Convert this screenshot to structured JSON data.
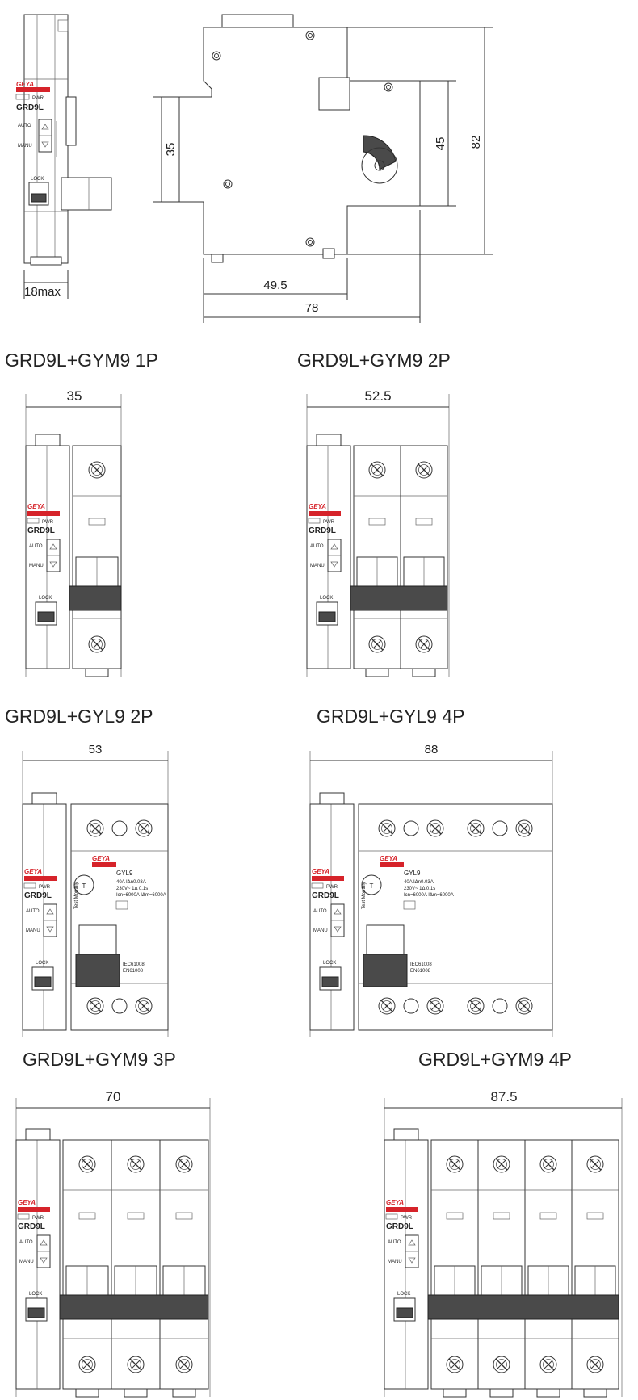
{
  "colors": {
    "brand_red": "#d6232a",
    "handle_dark": "#4a4a4a",
    "line": "#333333"
  },
  "side_view": {
    "brand": "GEYA",
    "pwr": "PWR",
    "model": "GRD9L",
    "auto": "AUTO",
    "manu": "MANU",
    "lock": "LOCK",
    "width_label": "18max",
    "dims": {
      "d35": "35",
      "d45": "45",
      "d82": "82",
      "d49_5": "49.5",
      "d78": "78"
    }
  },
  "assemblies": [
    {
      "title": "GRD9L+GYM9 1P",
      "width": "35"
    },
    {
      "title": "GRD9L+GYM9 2P",
      "width": "52.5"
    },
    {
      "title": "GRD9L+GYL9 2P",
      "width": "53"
    },
    {
      "title": "GRD9L+GYL9 4P",
      "width": "88"
    },
    {
      "title": "GRD9L+GYM9 3P",
      "width": "70"
    },
    {
      "title": "GRD9L+GYM9 4P",
      "width": "87.5"
    }
  ],
  "module": {
    "brand": "GEYA",
    "pwr": "PWR",
    "model": "GRD9L",
    "auto": "AUTO",
    "manu": "MANU",
    "lock": "LOCK"
  },
  "rcd": {
    "brand": "GEYA",
    "model": "GYL9",
    "rating": "40A",
    "sens": "IΔn0.03A",
    "volt": "230V~ 1Δ 0.1s",
    "test": "Test Monthly",
    "t_button": "T",
    "line_a": "Icn=6000A IΔm=6000A",
    "std1": "IEC61008",
    "std2": "EN61008"
  }
}
